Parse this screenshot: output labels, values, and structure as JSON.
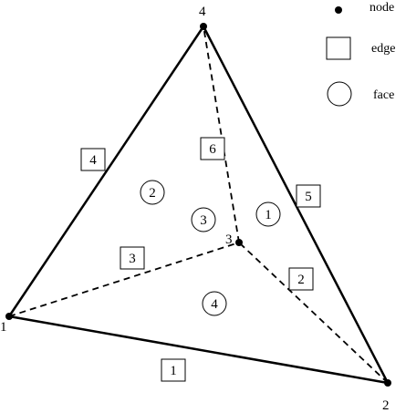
{
  "legend": {
    "node_label": "node",
    "edge_label": "edge",
    "face_label": "face"
  },
  "nodes": [
    "1",
    "2",
    "3",
    "4"
  ],
  "edges": [
    "1",
    "2",
    "3",
    "4",
    "5",
    "6"
  ],
  "faces": [
    "1",
    "2",
    "3",
    "4"
  ]
}
